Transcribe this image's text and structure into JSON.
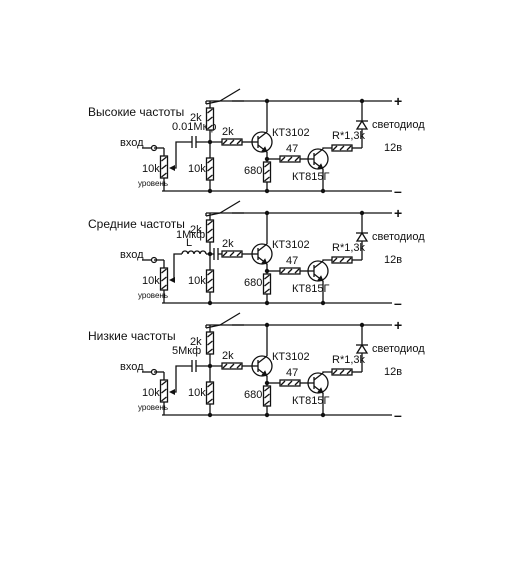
{
  "stages": [
    {
      "title": "Высокие частоты",
      "input_label": "вход",
      "pot_label": "10k",
      "pot_caption": "уровень",
      "has_inductor": false,
      "inductor_label": "",
      "cap_label": "0.01Мкф",
      "r_top_label": "2k",
      "r_bottom_label": "10k",
      "r_base_label": "2k",
      "transistor1_label": "КТ3102",
      "r_emitter_label": "680",
      "r_mid_label": "47",
      "transistor2_label": "КТ815Г",
      "r_led_label": "R*1,3k",
      "led_label": "светодиод",
      "supply_label": "12в",
      "plus_label": "+",
      "minus_label": "–"
    },
    {
      "title": "Средние частоты",
      "input_label": "вход",
      "pot_label": "10k",
      "pot_caption": "уровень",
      "has_inductor": true,
      "inductor_label": "L",
      "cap_label": "1Мкф",
      "r_top_label": "2k",
      "r_bottom_label": "10k",
      "r_base_label": "2k",
      "transistor1_label": "КТ3102",
      "r_emitter_label": "680",
      "r_mid_label": "47",
      "transistor2_label": "КТ815Г",
      "r_led_label": "R*1,3k",
      "led_label": "светодиод",
      "supply_label": "12в",
      "plus_label": "+",
      "minus_label": "–"
    },
    {
      "title": "Низкие частоты",
      "input_label": "вход",
      "pot_label": "10k",
      "pot_caption": "уровень",
      "has_inductor": false,
      "inductor_label": "",
      "cap_label": "5Мкф",
      "r_top_label": "2k",
      "r_bottom_label": "10k",
      "r_base_label": "2k",
      "transistor1_label": "КТ3102",
      "r_emitter_label": "680",
      "r_mid_label": "47",
      "transistor2_label": "КТ815Г",
      "r_led_label": "R*1,3k",
      "led_label": "светодиод",
      "supply_label": "12в",
      "plus_label": "+",
      "minus_label": "–"
    }
  ]
}
